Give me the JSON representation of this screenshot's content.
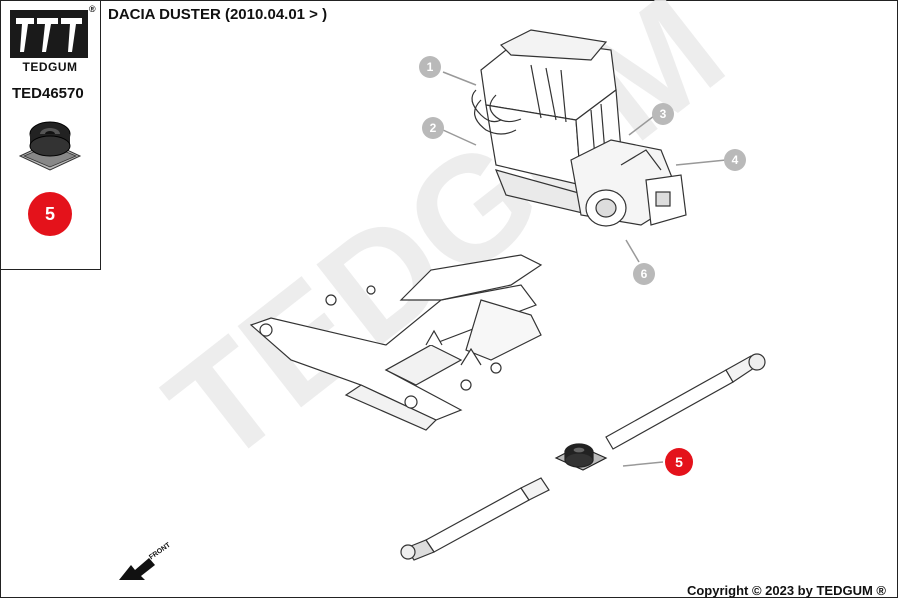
{
  "brand": {
    "name": "TEDGUM",
    "registered": "®"
  },
  "part_code": "TED46570",
  "vehicle": "DACIA DUSTER (2010.04.01 > )",
  "selected_part": "5",
  "callouts": [
    "1",
    "2",
    "3",
    "4",
    "6"
  ],
  "highlight_callout": "5",
  "orientation_label": "FRONT",
  "watermark": "TEDGUM",
  "copyright": "Copyright © 2023 by TEDGUM ®",
  "colors": {
    "accent": "#e4121b",
    "callout_grey": "#b9b9b9",
    "watermark": "#ececec"
  }
}
